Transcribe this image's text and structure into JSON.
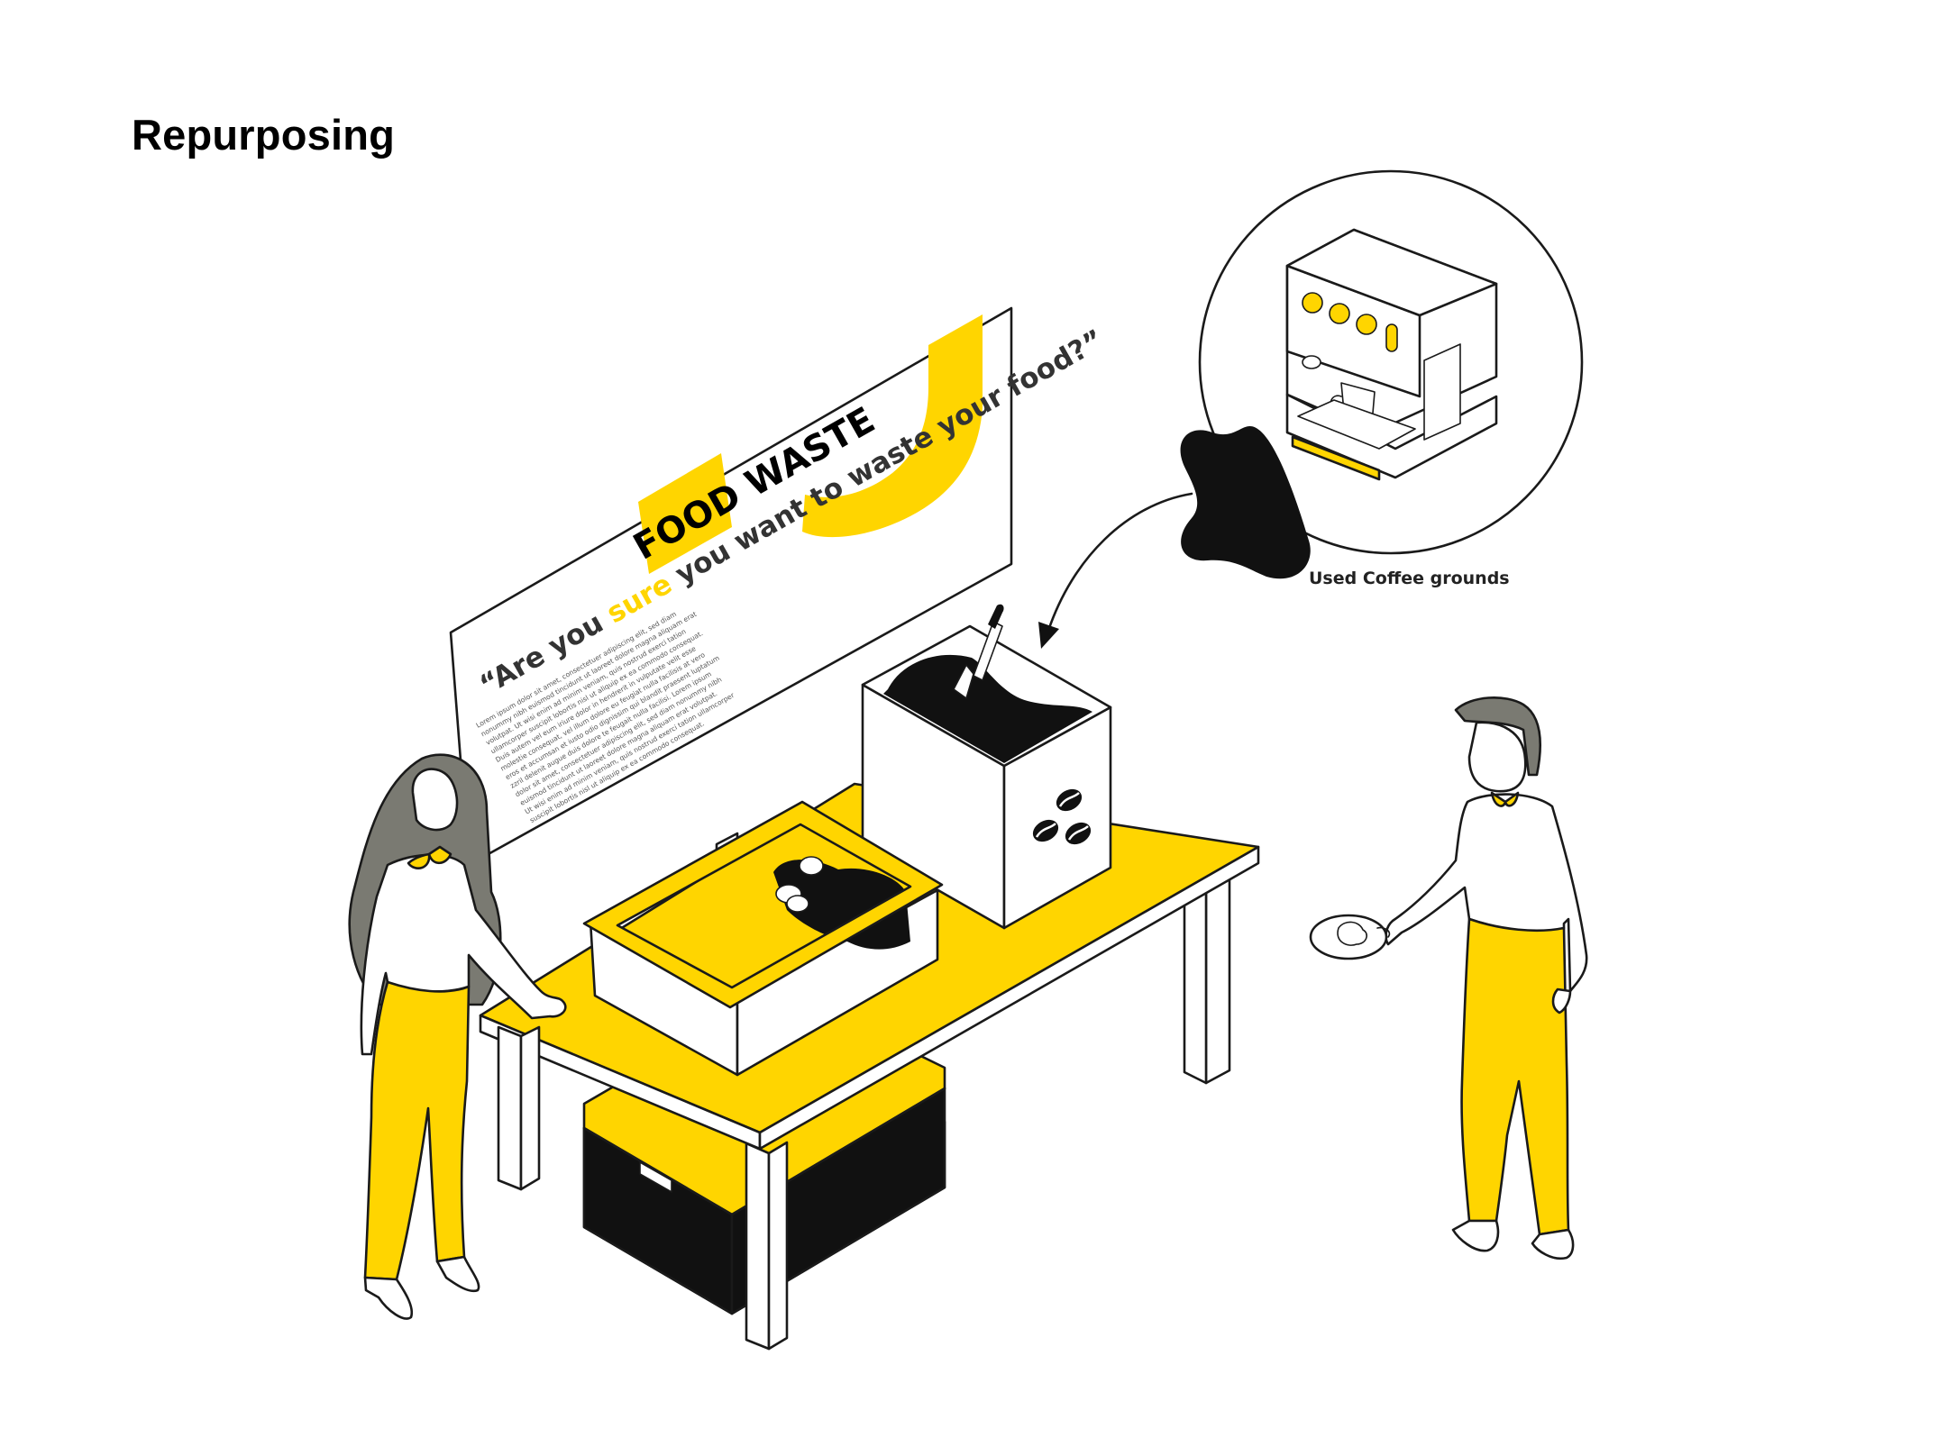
{
  "page": {
    "title": "Repurposing"
  },
  "banner": {
    "heading": "FOOD WASTE",
    "quote_before": "“Are you ",
    "quote_highlight": "sure",
    "quote_after": " you want to waste your food?”",
    "body_lines": [
      "Lorem ipsum dolor sit amet, consectetuer adipiscing elit, sed diam",
      "nonummy nibh euismod tincidunt ut laoreet dolore magna aliquam erat",
      "volutpat. Ut wisi enim ad minim veniam, quis nostrud exerci tation",
      "ullamcorper suscipit lobortis nisl ut aliquip ex ea commodo consequat.",
      "Duis autem vel eum iriure dolor in hendrerit in vulputate velit esse",
      "molestie consequat, vel illum dolore eu feugiat nulla facilisis at vero",
      "eros et accumsan et iusto odio dignissim qui blandit praesent luptatum",
      "zzril delenit augue duis dolore te feugait nulla facilisi. Lorem ipsum",
      "dolor sit amet, consectetuer adipiscing elit, sed diam nonummy nibh",
      "euismod tincidunt ut laoreet dolore magna aliquam erat volutpat.",
      "Ut wisi enim ad minim veniam, quis nostrud exerci tation ullamcorper",
      "suscipit lobortis nisl ut aliquip ex ea commodo consequat."
    ]
  },
  "callout": {
    "label": "Used Coffee grounds"
  },
  "colors": {
    "accent_yellow": "#FFD500",
    "outline": "#1a1a1a",
    "hair_gray": "#7a7a72",
    "black_fill": "#111111",
    "white": "#ffffff"
  },
  "icons": {
    "coffee_beans": "coffee-beans-icon",
    "espresso_machine": "espresso-machine-icon",
    "arrow": "curved-arrow-icon"
  }
}
